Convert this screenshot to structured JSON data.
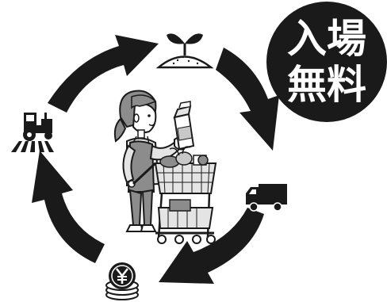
{
  "badge": {
    "line1": "入場",
    "line2": "無料"
  },
  "cycle": {
    "stages": [
      "sprout-icon",
      "truck-icon",
      "yen-coins-icon",
      "tractor-icon"
    ],
    "center": "shopper-with-cart-illustration",
    "arrow_direction": "clockwise"
  },
  "colors": {
    "ink": "#1a1a1a",
    "mid_gray": "#8c8c8c",
    "light_gray": "#c8c8c8",
    "pale_gray": "#e4e4e4",
    "paper": "#ffffff"
  }
}
